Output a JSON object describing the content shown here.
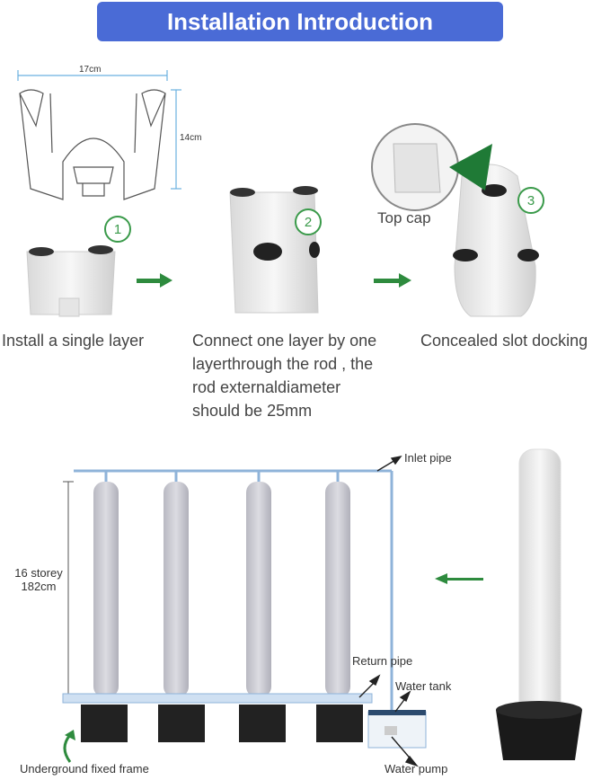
{
  "title": "Installation Introduction",
  "dimensions": {
    "width": "17cm",
    "height": "14cm"
  },
  "steps": [
    {
      "number": "1",
      "caption": "Install a single layer"
    },
    {
      "number": "2",
      "caption_lines": [
        "Connect one layer by one",
        "layerthrough the rod , the",
        "rod externaldiameter",
        "should be 25mm"
      ]
    },
    {
      "number": "3",
      "caption": "Concealed slot docking"
    }
  ],
  "top_cap_label": "Top cap",
  "system": {
    "height_label_lines": [
      "16 storey",
      "182cm"
    ],
    "inlet_pipe": "Inlet pipe",
    "return_pipe": "Return pipe",
    "water_tank": "Water tank",
    "water_pump": "Water pump",
    "frame": "Underground fixed frame"
  },
  "colors": {
    "banner": "#4a6bd6",
    "accent_green": "#2e8b3e",
    "pipe": "#8fb3d9"
  }
}
